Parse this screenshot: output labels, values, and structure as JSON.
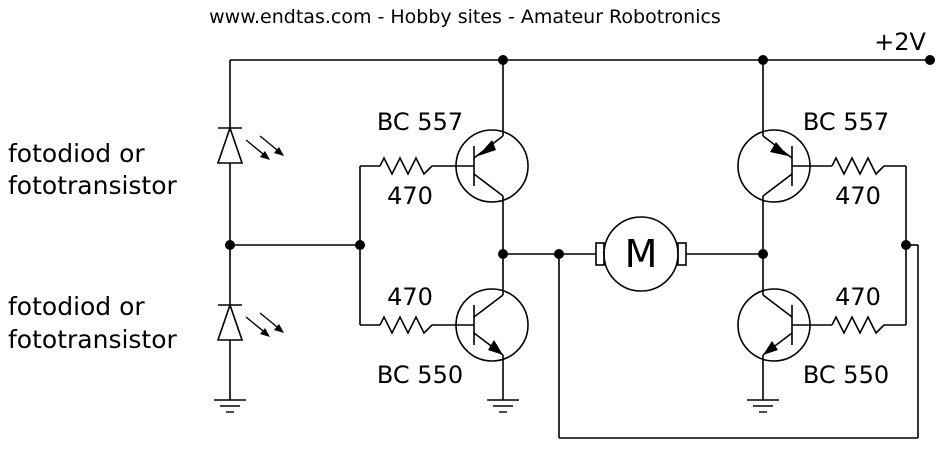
{
  "header": {
    "title": "www.endtas.com - Hobby sites - Amateur Robotronics"
  },
  "supply": {
    "label": "+2V"
  },
  "sensors": [
    {
      "line1": "fotodiod or",
      "line2": "fototransistor"
    },
    {
      "line1": "fotodiod or",
      "line2": "fototransistor"
    }
  ],
  "transistors": {
    "top_left": "BC 557",
    "top_right": "BC 557",
    "bottom_left": "BC 550",
    "bottom_right": "BC 550"
  },
  "resistors": {
    "top_left": "470",
    "top_right": "470",
    "bottom_left": "470",
    "bottom_right": "470"
  },
  "motor": {
    "label": "M"
  }
}
